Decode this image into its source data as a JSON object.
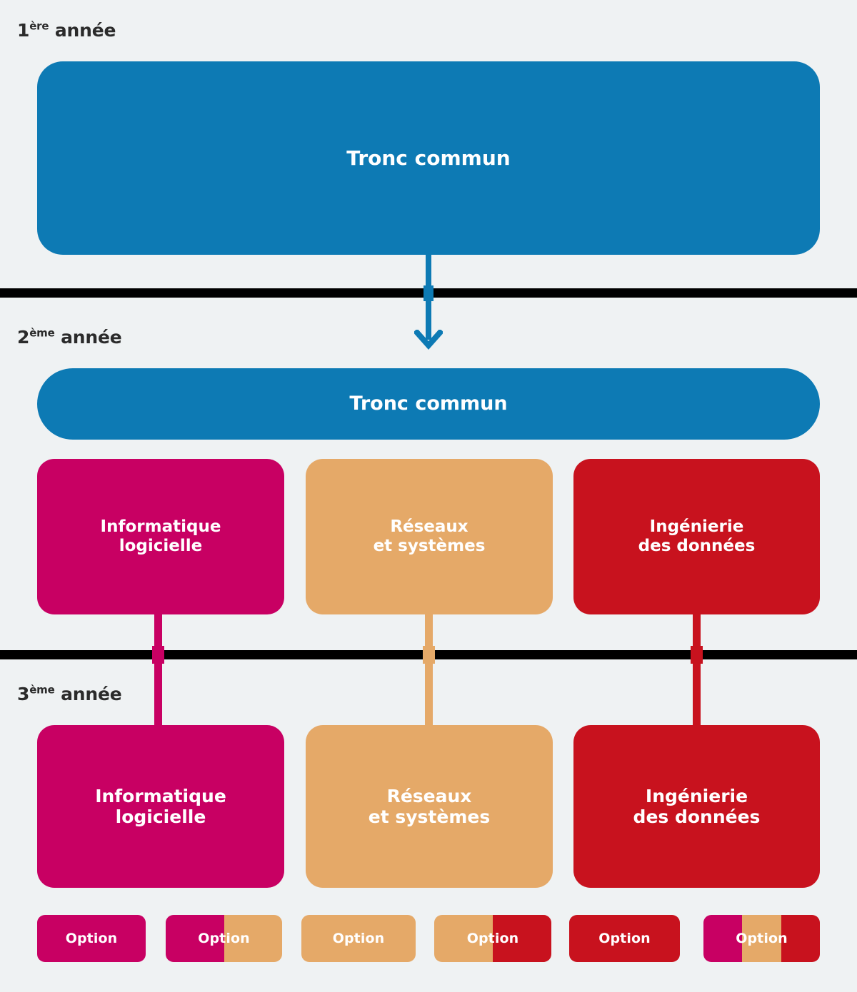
{
  "background_color": "#eff2f3",
  "palette": {
    "blue": "#0d7ab4",
    "magenta": "#c80063",
    "orange": "#e5a968",
    "red": "#c8121e",
    "black": "#000000",
    "white": "#ffffff"
  },
  "years": [
    {
      "number": "1",
      "ordinal_suffix": "ère",
      "word": "année",
      "label_full": "1ère année"
    },
    {
      "number": "2",
      "ordinal_suffix": "ème",
      "word": "année",
      "label_full": "2ème année"
    },
    {
      "number": "3",
      "ordinal_suffix": "ème",
      "word": "année",
      "label_full": "3ème année"
    }
  ],
  "year1": {
    "tronc_commun": {
      "label": "Tronc commun",
      "color": "#0d7ab4"
    }
  },
  "year2": {
    "tronc_commun": {
      "label": "Tronc commun",
      "color": "#0d7ab4"
    },
    "branches": [
      {
        "line1": "Informatique",
        "line2": "logicielle",
        "color": "#c80063"
      },
      {
        "line1": "Réseaux",
        "line2": "et systèmes",
        "color": "#e5a968"
      },
      {
        "line1": "Ingénierie",
        "line2": "des données",
        "color": "#c8121e"
      }
    ]
  },
  "year3": {
    "branches": [
      {
        "line1": "Informatique",
        "line2": "logicielle",
        "color": "#c80063"
      },
      {
        "line1": "Réseaux",
        "line2": "et systèmes",
        "color": "#e5a968"
      },
      {
        "line1": "Ingénierie",
        "line2": "des données",
        "color": "#c8121e"
      }
    ],
    "options": [
      {
        "label": "Option",
        "colors": [
          "#c80063"
        ]
      },
      {
        "label": "Option",
        "colors": [
          "#c80063",
          "#e5a968"
        ]
      },
      {
        "label": "Option",
        "colors": [
          "#e5a968"
        ]
      },
      {
        "label": "Option",
        "colors": [
          "#e5a968",
          "#c8121e"
        ]
      },
      {
        "label": "Option",
        "colors": [
          "#c8121e"
        ]
      },
      {
        "label": "Option",
        "colors": [
          "#c80063",
          "#e5a968",
          "#c8121e"
        ]
      }
    ]
  },
  "connectors": [
    {
      "from": "year1-tronc-commun",
      "to": "year2-tronc-commun",
      "color": "#0d7ab4",
      "arrow": true
    },
    {
      "from": "year2-informatique-logicielle",
      "to": "year3-informatique-logicielle",
      "color": "#c80063",
      "arrow": false
    },
    {
      "from": "year2-reseaux-et-systemes",
      "to": "year3-reseaux-et-systemes",
      "color": "#e5a968",
      "arrow": false
    },
    {
      "from": "year2-ingenierie-des-donnees",
      "to": "year3-ingenierie-des-donnees",
      "color": "#c8121e",
      "arrow": false
    }
  ]
}
